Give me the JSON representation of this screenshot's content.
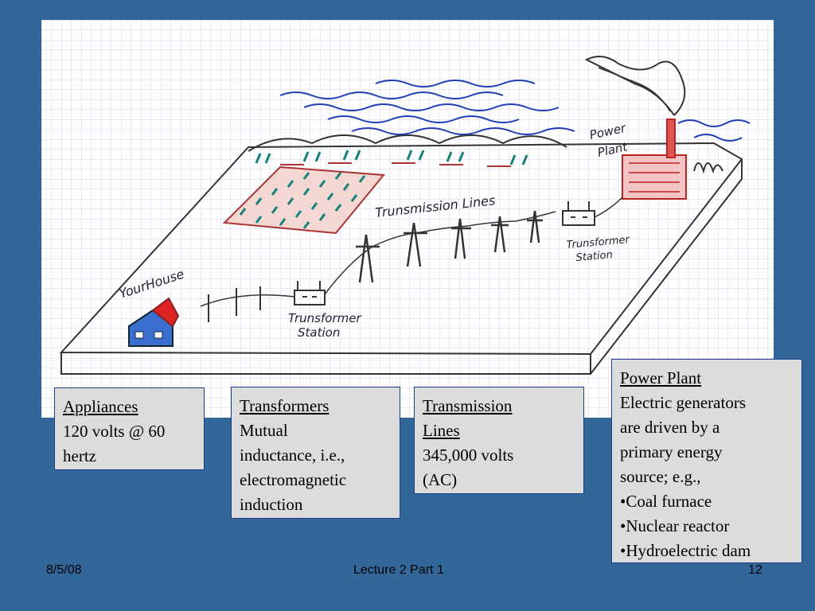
{
  "sketch": {
    "label_your_house": "YourHouse",
    "label_transformer_station_left": [
      "Trunsformer",
      "Station"
    ],
    "label_transmission_lines": "Trunsmission Lines",
    "label_transformer_station_right": [
      "Trunsformer",
      "Station"
    ],
    "label_power_plant": [
      "Power",
      "Plant"
    ]
  },
  "boxes": {
    "appliances": {
      "title": "Appliances",
      "lines": [
        "120 volts @ 60",
        "hertz"
      ]
    },
    "transformers": {
      "title": "Transformers",
      "lines": [
        "Mutual",
        "inductance, i.e.,",
        "electromagnetic",
        "induction"
      ]
    },
    "transmission": {
      "title": "Transmission",
      "title2": "Lines",
      "lines": [
        "345,000 volts",
        "(AC)"
      ]
    },
    "power_plant": {
      "title": "Power Plant",
      "lines": [
        "Electric generators",
        "are driven by a",
        "primary energy",
        "source; e.g.,",
        "•Coal furnace",
        "•Nuclear reactor",
        "•Hydroelectric dam"
      ]
    }
  },
  "footer": {
    "date": "8/5/08",
    "title": "Lecture 2 Part 1",
    "page": "12"
  }
}
